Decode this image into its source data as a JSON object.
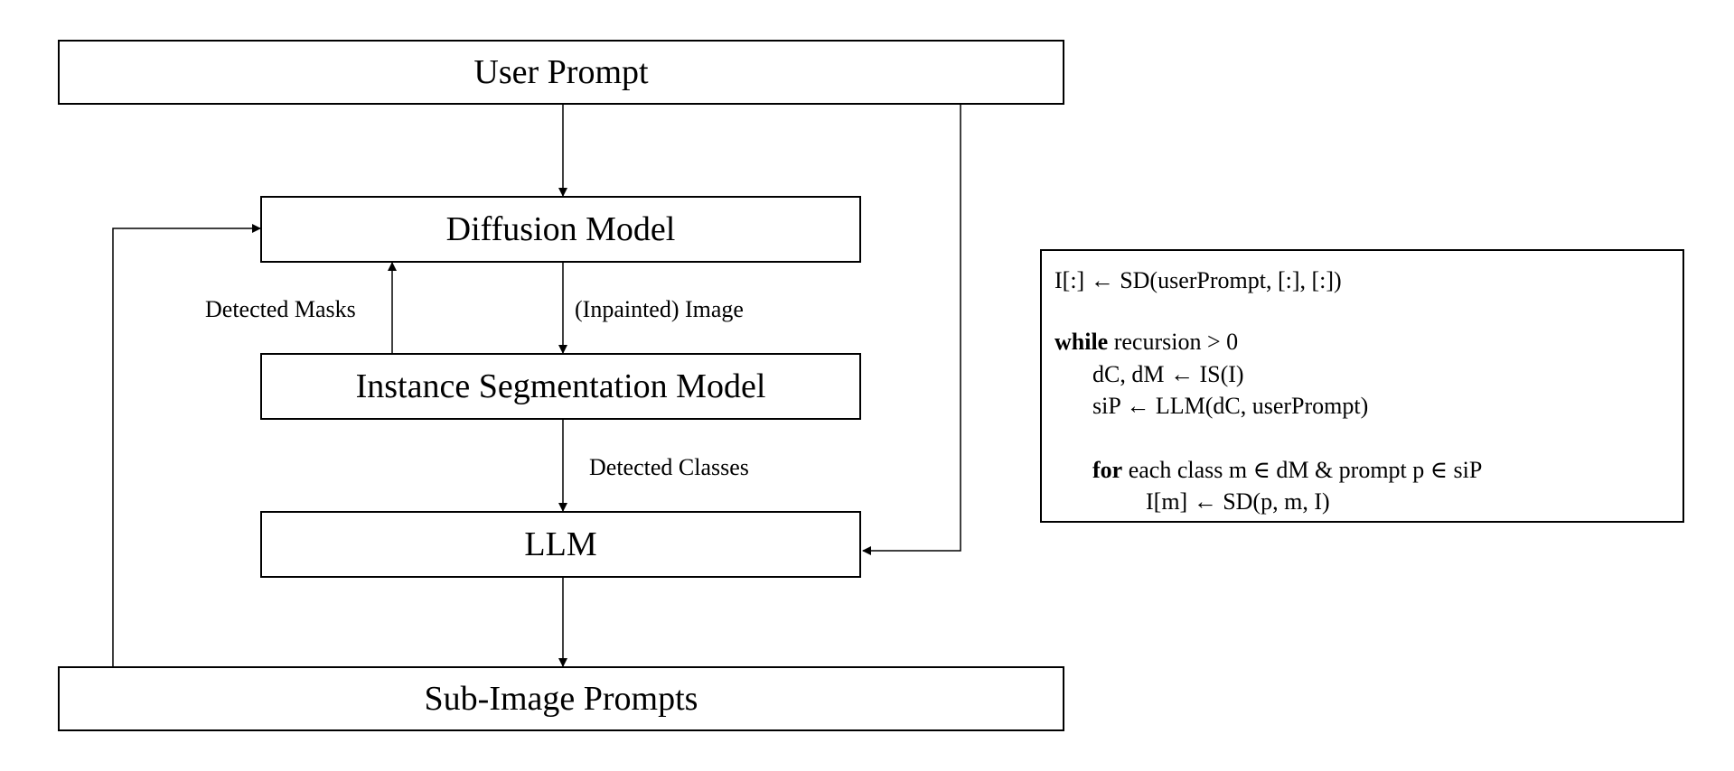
{
  "nodes": {
    "user_prompt": "User Prompt",
    "diffusion_model": "Diffusion Model",
    "instance_segmentation": "Instance Segmentation Model",
    "llm": "LLM",
    "sub_image_prompts": "Sub-Image Prompts"
  },
  "edges": {
    "detected_masks": "Detected Masks",
    "inpainted_image": "(Inpainted) Image",
    "detected_classes": "Detected Classes"
  },
  "algorithm": {
    "line1": "I[:] ← SD(userPrompt, [:], [:])",
    "line2_keyword": "while",
    "line2_rest": " recursion > 0",
    "line3": "dC, dM ← IS(I)",
    "line4": "siP ← LLM(dC, userPrompt)",
    "line5_keyword": "for",
    "line5_rest": " each class m ∈ dM & prompt p ∈ siP",
    "line6": "I[m] ← SD(p, m, I)"
  }
}
